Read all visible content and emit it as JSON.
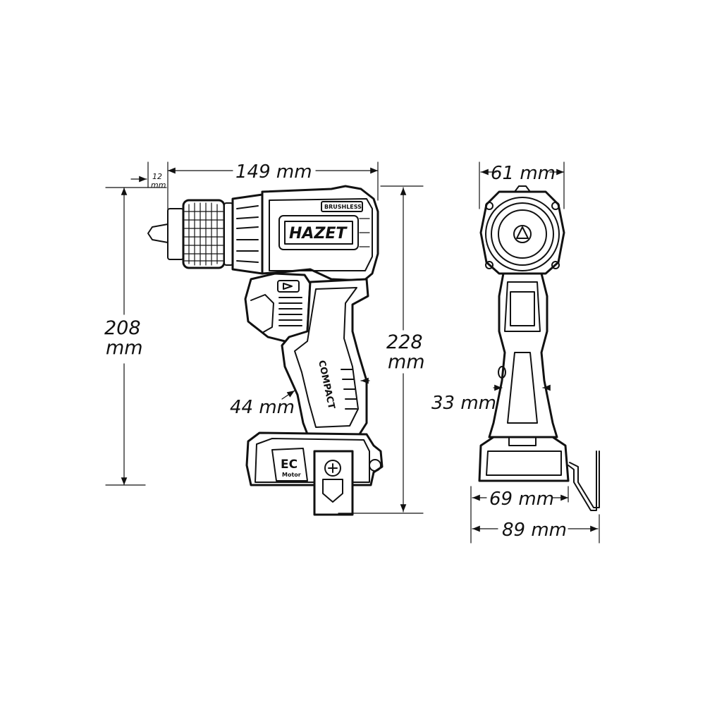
{
  "dimensions": {
    "side_length": "149 mm",
    "chuck_offset_value": "12",
    "chuck_offset_unit": "mm",
    "side_height_value": "208",
    "side_height_unit": "mm",
    "total_height_value": "228",
    "total_height_unit": "mm",
    "grip_width": "44 mm",
    "front_width": "61 mm",
    "front_grip_width": "33 mm",
    "front_base_width": "69 mm",
    "front_total_width": "89 mm"
  },
  "labels": {
    "brand": "HAZET",
    "brushless": "BRUSHLESS",
    "compact": "COMPACT",
    "ec": "EC",
    "motor": "Motor"
  }
}
